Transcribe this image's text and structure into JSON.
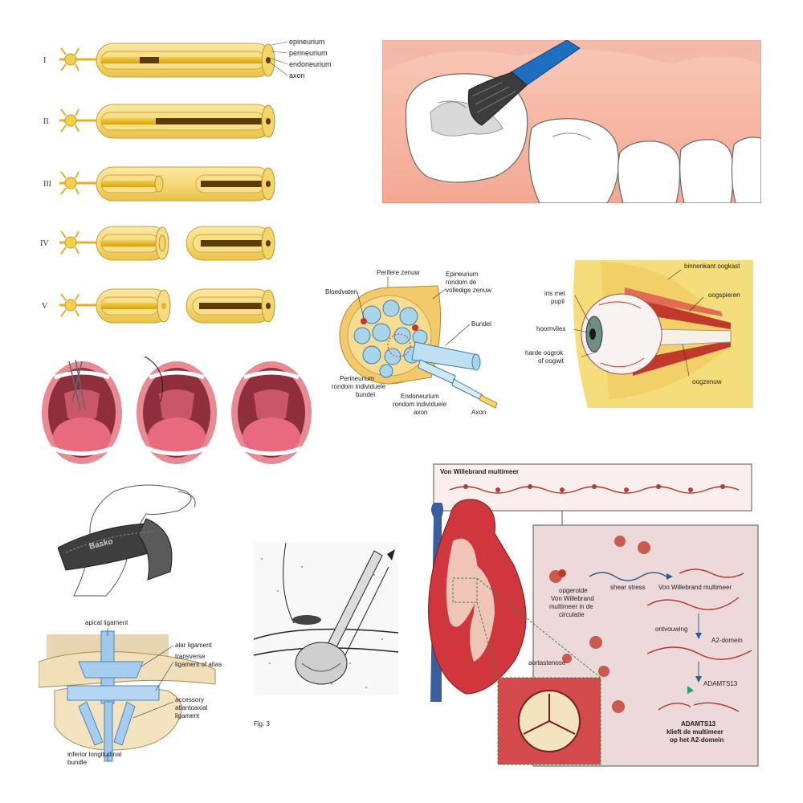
{
  "nerve_grades": {
    "levels": [
      "I",
      "II",
      "III",
      "IV",
      "V"
    ],
    "labels": [
      "epineurium",
      "perineurium",
      "endoneurium",
      "axon"
    ]
  },
  "nerve_cross_section": {
    "peripheral_nerve": "Perifere zenuw",
    "blood_vessels": "Bloedvaten",
    "epineurium_1": "Epineurium",
    "epineurium_2": "rondom de",
    "epineurium_3": "volledige zenuw",
    "bundle": "Bundel",
    "perineurium_1": "Perineurium",
    "perineurium_2": "rondom individuele",
    "perineurium_3": "bundel",
    "endoneurium_1": "Endoneurium",
    "endoneurium_2": "rondom individuele",
    "endoneurium_3": "axon",
    "axon": "Axon"
  },
  "eye": {
    "orbit_inner": "binnenkant oogkast",
    "iris_1": "iris met",
    "iris_2": "pupil",
    "cornea": "hoornvlies",
    "eye_muscles": "oogspieren",
    "sclera_1": "harde oogrok",
    "sclera_2": "of oogwit",
    "optic_nerve": "oogzenuw"
  },
  "brace": {
    "brand": "Basko"
  },
  "spine": {
    "apical": "apical ligament",
    "alar": "alar ligament",
    "transverse_1": "transverse",
    "transverse_2": "ligament of atlas",
    "accessory_1": "accessory",
    "accessory_2": "atlantoaxial",
    "accessory_3": "ligament",
    "inferior_1": "inferior longitudinal",
    "inferior_2": "bundle"
  },
  "surgery": {
    "caption": "Fig. 3"
  },
  "vwf": {
    "multimer_title": "Von Willebrand multimeer",
    "coiled_1": "opgerolde",
    "coiled_2": "Von Willebrand",
    "coiled_3": "multimeer in de",
    "coiled_4": "circulatie",
    "shear": "shear stress",
    "vwf_multimer": "Von Willebrand multimeer",
    "unfolding": "ontvouwing",
    "a2": "A2-domein",
    "adamts": "ADAMTS13",
    "aortic_stenosis": "aortastenose",
    "cleave_1": "ADAMTS13",
    "cleave_2": "klieft de multimeer",
    "cleave_3": "op het A2-domein"
  }
}
